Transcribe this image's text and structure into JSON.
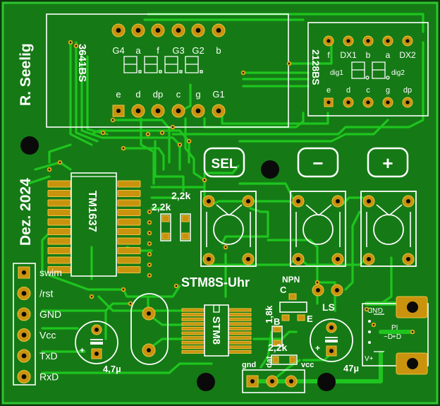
{
  "board": {
    "author": "R. Seelig",
    "date": "Dez. 2024",
    "title": "STM8S-Uhr",
    "colors": {
      "copper": "#c9930e",
      "trace": "#1fc51f",
      "substrate": "#157a15",
      "silkscreen": "#ffffff"
    }
  },
  "display_left": {
    "part": "3641BS",
    "top_labels": [
      "G4",
      "a",
      "f",
      "G3",
      "G2",
      "b"
    ],
    "bottom_labels": [
      "e",
      "d",
      "dp",
      "c",
      "g",
      "G1"
    ]
  },
  "display_right": {
    "part": "2128BS",
    "top_labels": [
      "f",
      "DX1",
      "b",
      "a",
      "DX2"
    ],
    "mid_labels": [
      "dig1",
      "dig2"
    ],
    "bottom_labels": [
      "e",
      "d",
      "c",
      "g",
      "dp"
    ]
  },
  "ics": {
    "driver": "TM1637",
    "mcu": "STM8"
  },
  "resistors": {
    "r1": "2,2k",
    "r2": "2,2k",
    "r3": "1,8k",
    "r4": "2,2k"
  },
  "transistor": {
    "type": "NPN",
    "pins": [
      "C",
      "B",
      "E"
    ]
  },
  "speaker": {
    "label": "LS"
  },
  "capacitors": {
    "c1": "4,7µ",
    "c2": "47µ",
    "polarity": "+"
  },
  "buttons": [
    {
      "label": "SEL"
    },
    {
      "label": "−"
    },
    {
      "label": "+"
    }
  ],
  "header_left": [
    "swim",
    "/rst",
    "GND",
    "Vcc",
    "TxD",
    "RxD"
  ],
  "header_bottom": [
    "gnd",
    "dat",
    "vcc"
  ],
  "power_connector": {
    "labels": [
      "GND",
      "PI",
      "−D",
      "+D",
      "V+"
    ]
  }
}
